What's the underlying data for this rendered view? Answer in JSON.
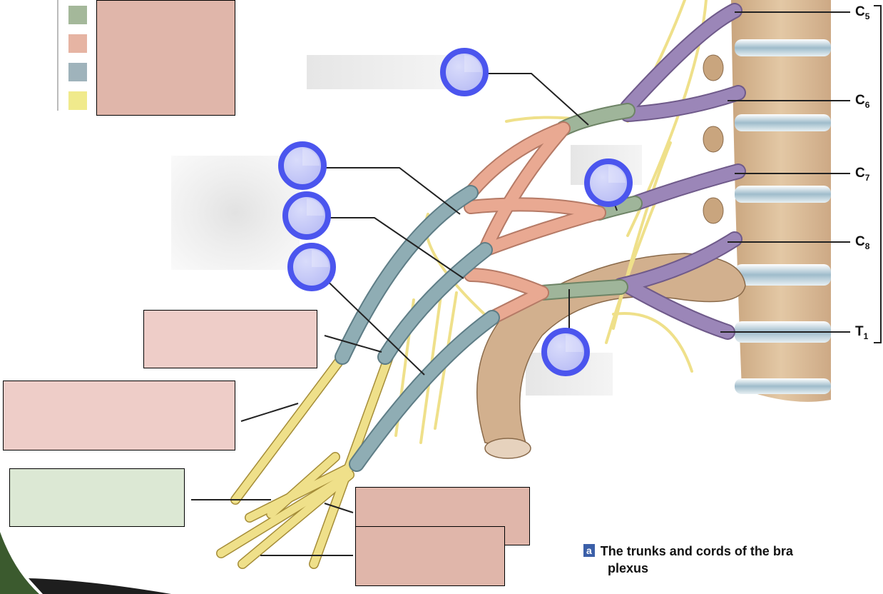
{
  "spinal_labels": [
    {
      "letter": "C",
      "sub": "5"
    },
    {
      "letter": "C",
      "sub": "6"
    },
    {
      "letter": "C",
      "sub": "7"
    },
    {
      "letter": "C",
      "sub": "8"
    },
    {
      "letter": "T",
      "sub": "1"
    }
  ],
  "caption": {
    "badge": "a",
    "line1": "The trunks and cords of the bra",
    "line2": "plexus"
  },
  "legend": {
    "swatches": [
      {
        "color": "#a4b89a"
      },
      {
        "color": "#e6b4a3"
      },
      {
        "color": "#9fb3bb"
      },
      {
        "color": "#f0ea8c"
      }
    ]
  },
  "colors": {
    "root": "#9b86b8",
    "trunk": "#9fb59a",
    "division": "#e9a992",
    "cord": "#8fadb4",
    "nerve": "#efe08a",
    "bone": "#d9b896",
    "disc": "#a9c3cc",
    "hotspot_ring": "#4b55ee"
  },
  "hotspots": [
    {
      "name": "hotspot-upper-trunk"
    },
    {
      "name": "hotspot-lateral-cord"
    },
    {
      "name": "hotspot-posterior-cord"
    },
    {
      "name": "hotspot-medial-cord"
    },
    {
      "name": "hotspot-middle-trunk"
    },
    {
      "name": "hotspot-lower-trunk"
    }
  ]
}
